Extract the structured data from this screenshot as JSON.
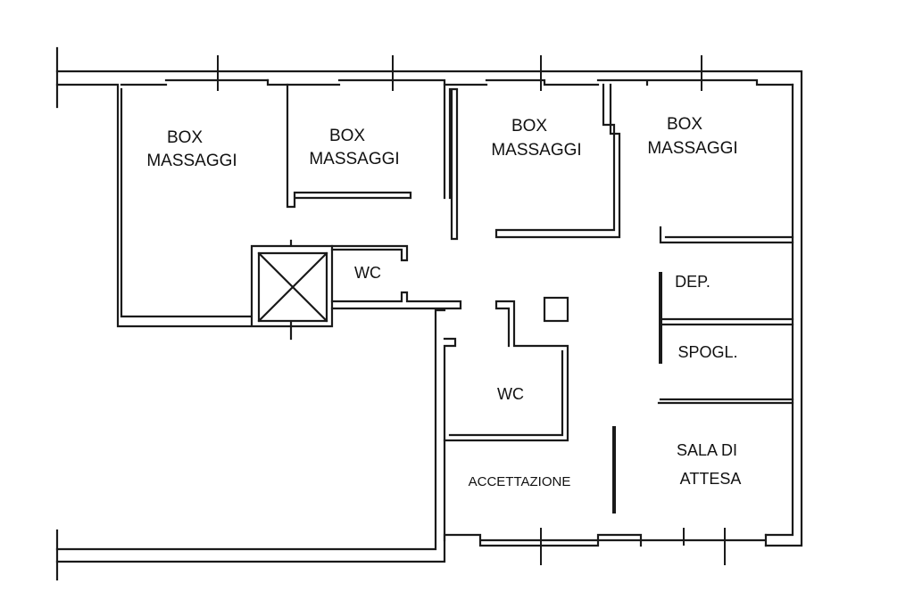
{
  "colors": {
    "wall": "#1a1a1a",
    "background": "#ffffff"
  },
  "rooms": {
    "box1": {
      "line1": "BOX",
      "line2": "MASSAGGI"
    },
    "box2": {
      "line1": "BOX",
      "line2": "MASSAGGI"
    },
    "box3": {
      "line1": "BOX",
      "line2": "MASSAGGI"
    },
    "box4": {
      "line1": "BOX",
      "line2": "MASSAGGI"
    },
    "wc_upper": "WC",
    "wc_lower": "WC",
    "dep": "DEP.",
    "spogl": "SPOGL.",
    "sala": {
      "line1": "SALA DI",
      "line2": "ATTESA"
    },
    "accettazione": "ACCETTAZIONE"
  }
}
